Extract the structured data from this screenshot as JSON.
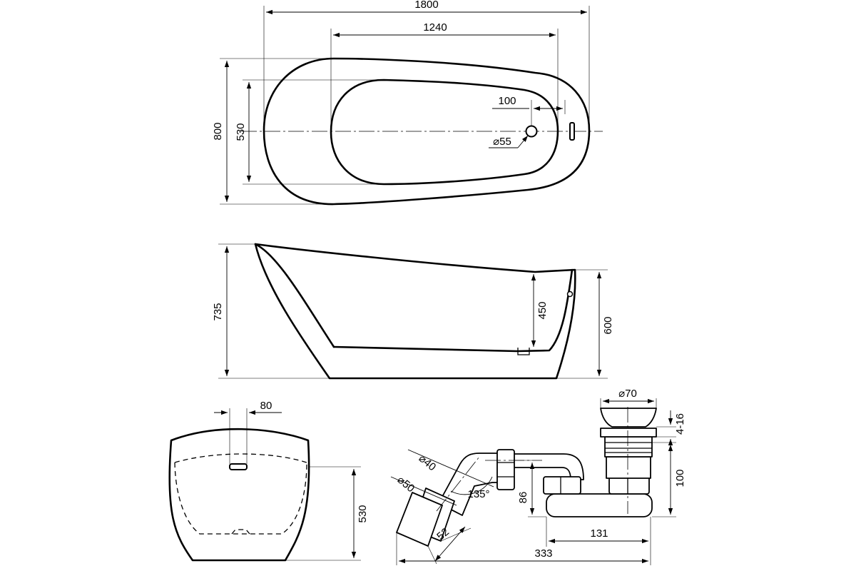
{
  "dimensions": {
    "top_length": "1800",
    "top_inner_length": "1240",
    "top_width": "800",
    "top_inner_width": "530",
    "overflow_offset": "100",
    "drain_diameter": "⌀55",
    "side_height": "735",
    "side_depth": "450",
    "side_end_height": "600",
    "end_offset": "80",
    "end_depth": "530",
    "siphon_cap_diameter": "⌀70",
    "siphon_adjust": "4-16",
    "siphon_height": "100",
    "siphon_pipe_diameter": "⌀40",
    "siphon_outlet_diameter": "⌀50",
    "siphon_angle": "135°",
    "siphon_outlet_length": "52",
    "siphon_trap_height": "86",
    "siphon_base_length": "131",
    "siphon_total_length": "333"
  }
}
